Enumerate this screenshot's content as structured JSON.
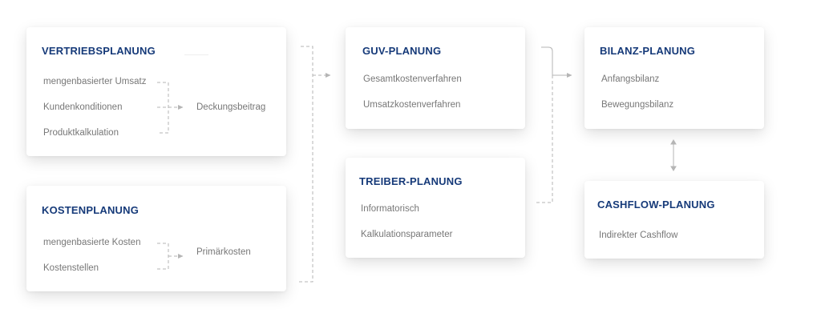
{
  "cards": {
    "vertrieb": {
      "title": "VERTRIEBSPLANUNG",
      "items": [
        "mengenbasierter Umsatz",
        "Kundenkonditionen",
        "Produktkalkulation"
      ],
      "result": "Deckungsbeitrag"
    },
    "kosten": {
      "title": "KOSTENPLANUNG",
      "items": [
        "mengenbasierte Kosten",
        "Kostenstellen"
      ],
      "result": "Primärkosten"
    },
    "guv": {
      "title": "GUV-PLANUNG",
      "items": [
        "Gesamtkostenverfahren",
        "Umsatzkostenverfahren"
      ]
    },
    "treiber": {
      "title": "TREIBER-PLANUNG",
      "items": [
        "Informatorisch",
        "Kalkulationsparameter"
      ]
    },
    "bilanz": {
      "title": "BILANZ-PLANUNG",
      "items": [
        "Anfangsbilanz",
        "Bewegungsbilanz"
      ]
    },
    "cashflow": {
      "title": "CASHFLOW-PLANUNG",
      "items": [
        "Indirekter Cashflow"
      ]
    }
  },
  "colors": {
    "title": "#163a79",
    "text": "#777777",
    "connector": "#b5b5b5"
  }
}
